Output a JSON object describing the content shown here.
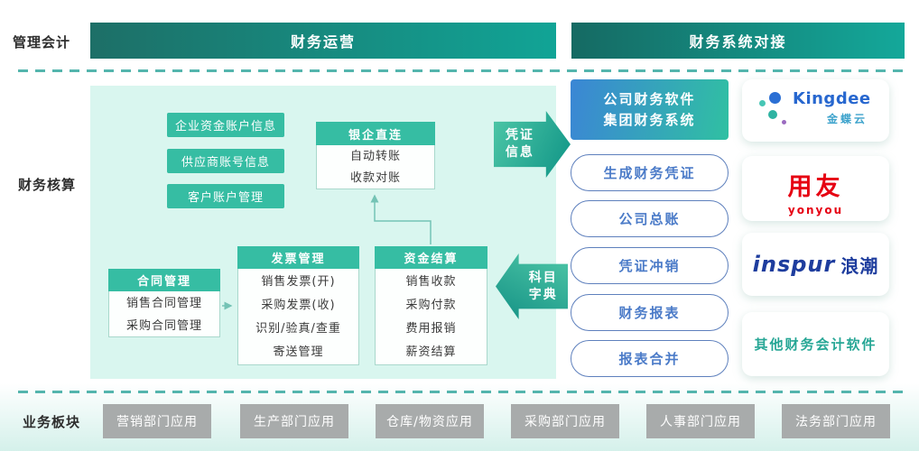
{
  "labels": {
    "row1": "管理会计",
    "row2": "财务核算",
    "row3": "业务板块"
  },
  "headers": {
    "left": "财务运营",
    "right": "财务系统对接"
  },
  "panel": {
    "info_boxes": [
      "企业资金账户信息",
      "供应商账号信息",
      "客户账户管理"
    ],
    "bank_box": {
      "title": "银企直连",
      "rows": [
        "自动转账",
        "收款对账"
      ]
    },
    "contract_box": {
      "title": "合同管理",
      "rows": [
        "销售合同管理",
        "采购合同管理"
      ]
    },
    "invoice_box": {
      "title": "发票管理",
      "rows": [
        "销售发票(开)",
        "采购发票(收)",
        "识别/验真/查重",
        "寄送管理"
      ]
    },
    "settlement_box": {
      "title": "资金结算",
      "rows": [
        "销售收款",
        "采购付款",
        "费用报销",
        "薪资结算"
      ]
    }
  },
  "arrows": {
    "voucher": {
      "line1": "凭证",
      "line2": "信息"
    },
    "subject": {
      "line1": "科目",
      "line2": "字典"
    }
  },
  "right": {
    "software_box": {
      "line1": "公司财务软件",
      "line2": "集团财务系统"
    },
    "pills": [
      "生成财务凭证",
      "公司总账",
      "凭证冲销",
      "财务报表",
      "报表合并"
    ]
  },
  "vendors": {
    "kingdee": {
      "name": "Kingdee",
      "sub": "金蝶云"
    },
    "yonyou": {
      "name": "用友",
      "sub": "yonyou"
    },
    "inspur": {
      "name": "inspur",
      "sub": "浪潮"
    },
    "other": {
      "label": "其他财务会计软件"
    }
  },
  "bottom": {
    "items": [
      "营销部门应用",
      "生产部门应用",
      "仓库/物资应用",
      "采购部门应用",
      "人事部门应用",
      "法务部门应用"
    ]
  },
  "colors": {
    "teal_box": "#36bda3",
    "panel_bg": "#d9f6ef",
    "bar_gradient_start": "#1d6f67",
    "bar_gradient_end": "#11a496",
    "pill_border": "#5e80bd",
    "pill_text": "#4b7bc8",
    "software_gradient_start": "#3b86d5",
    "software_gradient_end": "#30c0a2",
    "gray_box": "#a8abab",
    "kingdee_blue": "#2767cf",
    "yonyou_red": "#e60012",
    "inspur_navy": "#1e3d9e",
    "other_teal": "#26a695"
  }
}
